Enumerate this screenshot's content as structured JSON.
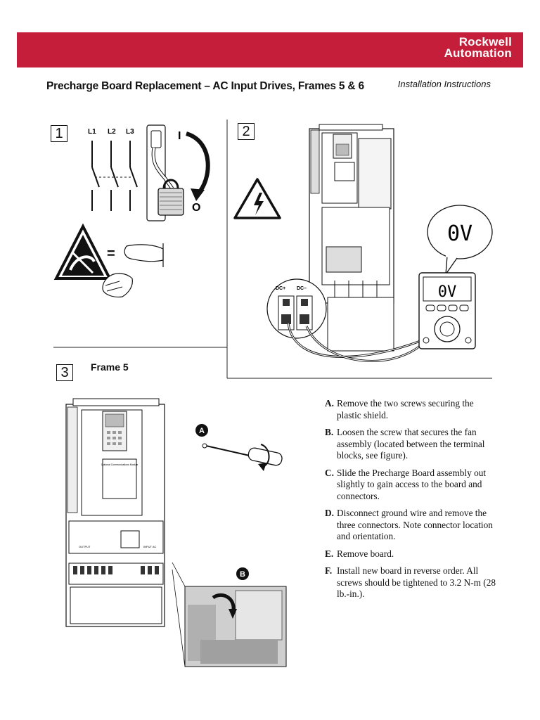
{
  "header": {
    "brand_line1": "Rockwell",
    "brand_line2": "Automation",
    "brand_color": "#c41e3a",
    "title": "Precharge Board Replacement – AC Input Drives, Frames 5 & 6",
    "doc_type": "Installation Instructions"
  },
  "step1": {
    "number": "1",
    "phases": [
      "L1",
      "L2",
      "L3"
    ],
    "switch_on": "I",
    "switch_off": "O",
    "esd_equals": "="
  },
  "step2": {
    "number": "2",
    "callout_reading": "0V",
    "meter_reading": "0V",
    "terminal_plus": "DC+",
    "terminal_minus": "DC–"
  },
  "step3": {
    "number": "3",
    "frame_label": "Frame 5",
    "callout_a": "A",
    "callout_b": "B",
    "panel_label_output": "OUTPUT",
    "panel_label_input": "INPUT AC",
    "panel_label_option": "Optional Communications Module",
    "instructions": [
      {
        "letter": "A.",
        "text": "Remove the two screws securing the plastic shield."
      },
      {
        "letter": "B.",
        "text": "Loosen the screw that secures the fan assembly (located between the terminal blocks, see figure)."
      },
      {
        "letter": "C.",
        "text": "Slide the Precharge Board assembly out slightly to gain access to the board and connectors."
      },
      {
        "letter": "D.",
        "text": "Disconnect ground wire and remove the three connectors. Note connector location and orientation."
      },
      {
        "letter": "E.",
        "text": "Remove board."
      },
      {
        "letter": "F.",
        "text": "Install new board in reverse order. All screws should be tightened to 3.2 N-m (28 lb.-in.)."
      }
    ]
  }
}
